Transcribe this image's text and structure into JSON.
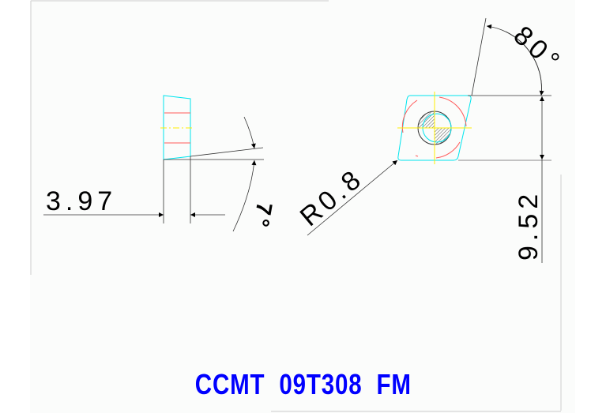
{
  "drawing": {
    "title": "CCMT  09T308  FM",
    "dimensions": {
      "thickness": "3.97",
      "clearance_angle": "7°",
      "corner_radius": "R0.8",
      "insert_angle": "80°",
      "inscribed_circle": "9.52"
    },
    "views": [
      "side-view",
      "top-view"
    ],
    "colors": {
      "outline": "#00e5ee",
      "hidden_lines": "#ff5555",
      "centerline": "#ffff00",
      "dimension": "#000000",
      "title": "#0000ff",
      "canvas": "#fbfcfb",
      "border": "#d9d9d9"
    }
  }
}
